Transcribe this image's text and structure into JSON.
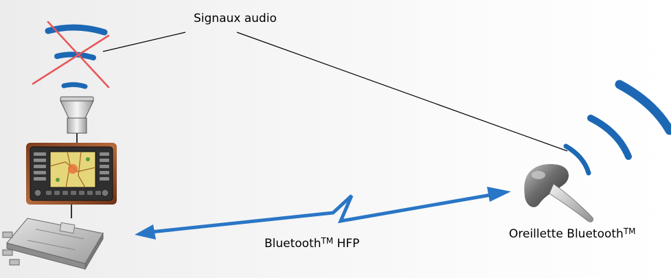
{
  "labels": {
    "audio_signals": "Signaux audio",
    "bluetooth_hfp": {
      "main": "Bluetooth",
      "sup": "TM",
      "suffix": " HFP"
    },
    "headset": {
      "main": "Oreillette Bluetooth",
      "sup": "TM"
    }
  },
  "colors": {
    "wave_blue": "#1c68b4",
    "link_blue": "#2a76c6",
    "cross_red": "#e8565a"
  },
  "icons": {
    "crossed_waves": "crossed-sound-waves-icon",
    "speaker": "loudspeaker-icon",
    "radio": "car-navigation-radio-icon",
    "control_unit": "phone-control-unit-icon",
    "headset": "bluetooth-headset-icon",
    "headset_waves": "sound-waves-icon",
    "link": "bidirectional-zigzag-arrow-icon"
  }
}
